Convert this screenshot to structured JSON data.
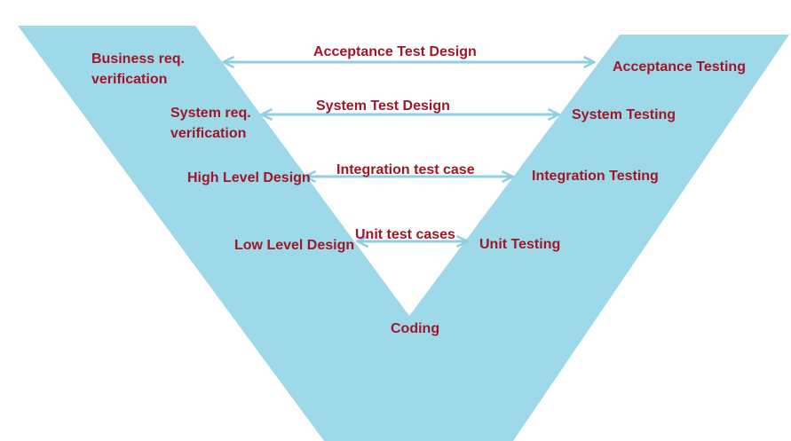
{
  "colors": {
    "v_fill": "#9ed9ea",
    "text": "#a01628",
    "arrow": "#8ecfe3"
  },
  "left_stages": {
    "business": {
      "line1": "Business req.",
      "line2": "verification"
    },
    "system": {
      "line1": "System req.",
      "line2": "verification"
    },
    "high_level": "High Level Design",
    "low_level": "Low Level Design"
  },
  "right_stages": {
    "acceptance": "Acceptance Testing",
    "system": "System Testing",
    "integration": "Integration Testing",
    "unit": "Unit Testing"
  },
  "bottom": {
    "coding": "Coding"
  },
  "links": {
    "acceptance_design": "Acceptance Test Design",
    "system_design": "System Test Design",
    "integration_case": "Integration test case",
    "unit_cases": "Unit test cases"
  }
}
